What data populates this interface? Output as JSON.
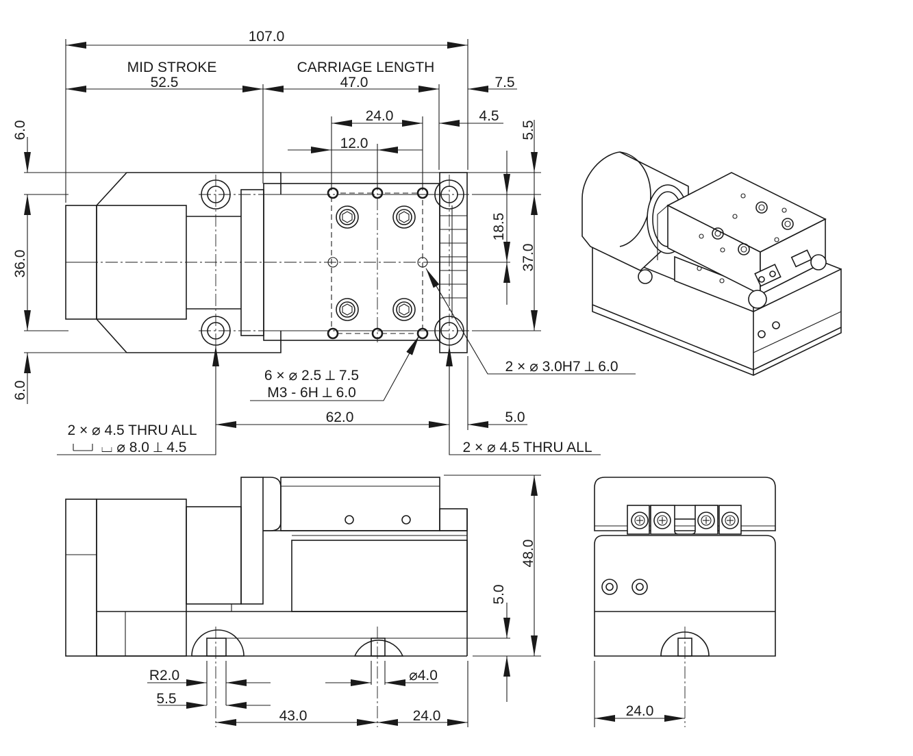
{
  "top_view": {
    "overall_length": "107.0",
    "mid_stroke_label": "MID STROKE",
    "mid_stroke_value": "52.5",
    "carriage_length_label": "CARRIAGE LENGTH",
    "carriage_length_value": "47.0",
    "end_offset": "7.5",
    "hole_spacing_x": "24.0",
    "hole_center_x": "12.0",
    "end_offset_small": "4.5",
    "top_edge": "5.5",
    "width": "36.0",
    "top_margin": "6.0",
    "bottom_margin": "6.0",
    "hole_spacing_y": "18.5",
    "carriage_width": "37.0",
    "tapped_holes_line1": "6 × ⌀ 2.5  ⟂ 7.5",
    "tapped_holes_line2": "M3 - 6H  ⟂ 6.0",
    "dowel_holes": "2 × ⌀ 3.0H7  ⟂ 6.0",
    "mount_holes_left_line1": "2 × ⌀ 4.5  THRU ALL",
    "mount_holes_left_line2": "⌴ ⌀ 8.0  ⟂ 4.5",
    "mount_spacing": "62.0",
    "mount_end_offset": "5.0",
    "mount_holes_right": "2 × ⌀ 4.5 THRU ALL"
  },
  "side_view": {
    "height": "48.0",
    "base_height": "5.0",
    "radius": "R2.0",
    "slot_width": "5.5",
    "pin_diameter": "⌀4.0",
    "pin_spacing": "43.0",
    "pin_end": "24.0"
  },
  "end_view": {
    "pin_offset": "24.0"
  }
}
